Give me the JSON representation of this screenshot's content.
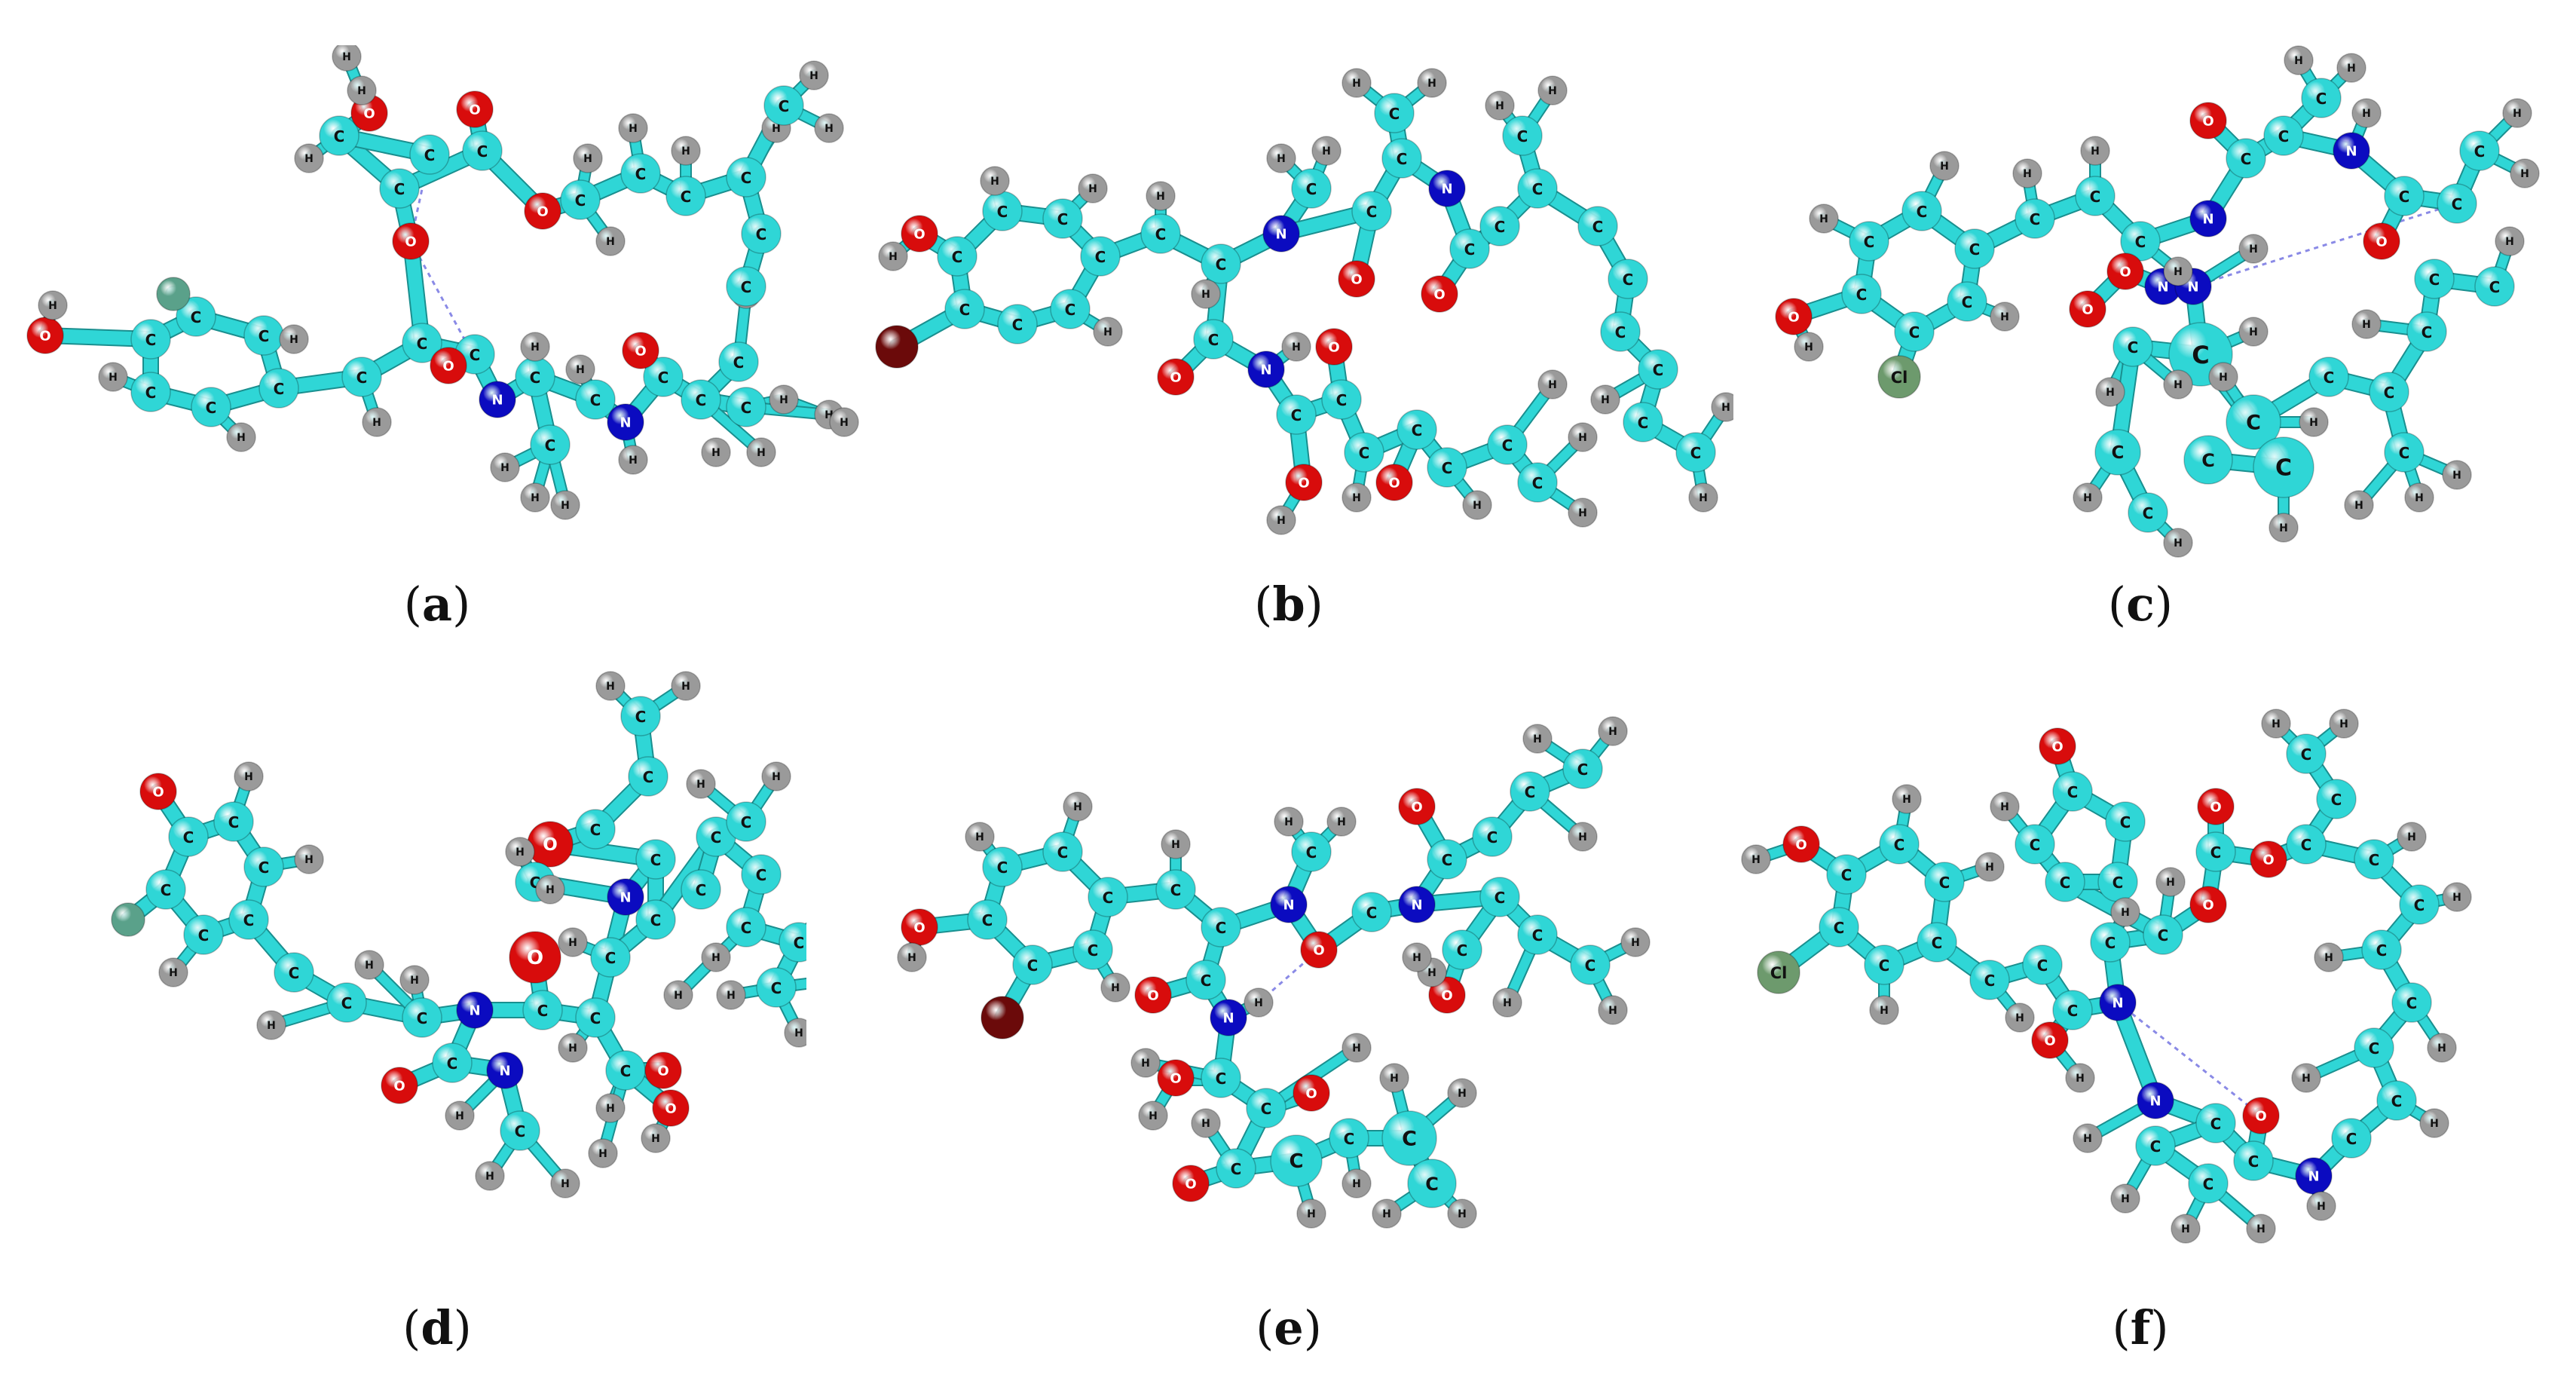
{
  "figure": {
    "panels": [
      {
        "id": "a",
        "caption_open": "(",
        "caption_letter": "a",
        "caption_close": ")"
      },
      {
        "id": "b",
        "caption_open": "(",
        "caption_letter": "b",
        "caption_close": ")"
      },
      {
        "id": "c",
        "caption_open": "(",
        "caption_letter": "c",
        "caption_close": ")"
      },
      {
        "id": "d",
        "caption_open": "(",
        "caption_letter": "d",
        "caption_close": ")"
      },
      {
        "id": "e",
        "caption_open": "(",
        "caption_letter": "e",
        "caption_close": ")"
      },
      {
        "id": "f",
        "caption_open": "(",
        "caption_letter": "f",
        "caption_close": ")"
      }
    ],
    "atom_labels": {
      "carbon": "C",
      "hydrogen": "H",
      "oxygen": "O",
      "nitrogen": "N",
      "chlorine": "Cl"
    },
    "colors": {
      "carbon": "#2fd6d6",
      "hydrogen": "#9a9a9a",
      "oxygen": "#d80c0c",
      "nitrogen": "#0b0bc0",
      "fluorine": "#5aa18a",
      "chlorine": "#6d9a6d",
      "bromine": "#6b0a0a",
      "hbond": "#8a8ae6"
    }
  }
}
